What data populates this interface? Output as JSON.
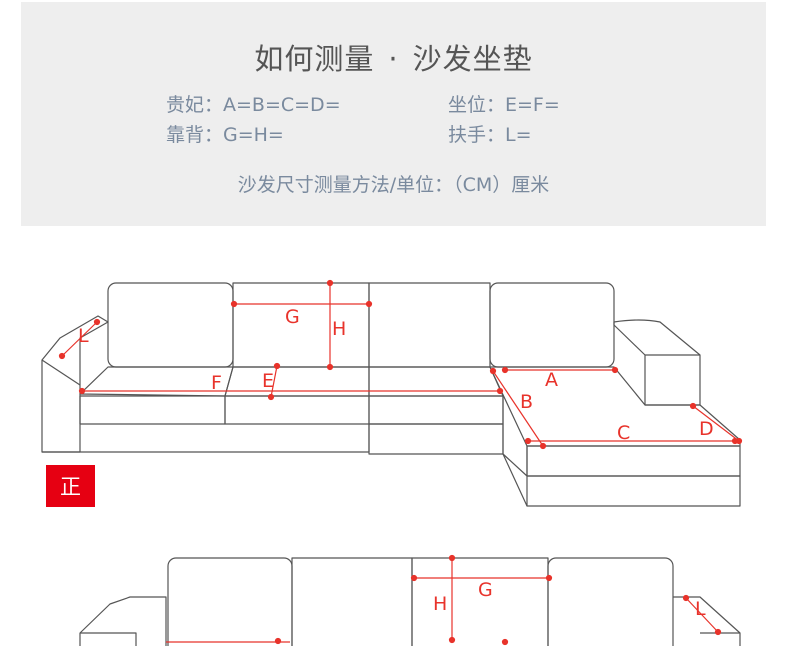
{
  "header": {
    "title": "如何测量",
    "separator": "·",
    "subtitle": "沙发坐垫",
    "guifei": "贵妃：A=B=C=D=",
    "zuowei": "坐位：E=F=",
    "kaobei": "靠背：G=H=",
    "fushou": "扶手：L=",
    "unit_note": "沙发尺寸测量方法/单位：（CM）厘米"
  },
  "badge": {
    "front": "正"
  },
  "labels": {
    "L": "L",
    "G": "G",
    "H": "H",
    "F": "F",
    "E": "E",
    "A": "A",
    "B": "B",
    "C": "C",
    "D": "D"
  },
  "colors": {
    "accent": "#e8332b",
    "badge_red": "#e60012",
    "panel": "#eeeeee",
    "text": "#7a8a9e"
  }
}
